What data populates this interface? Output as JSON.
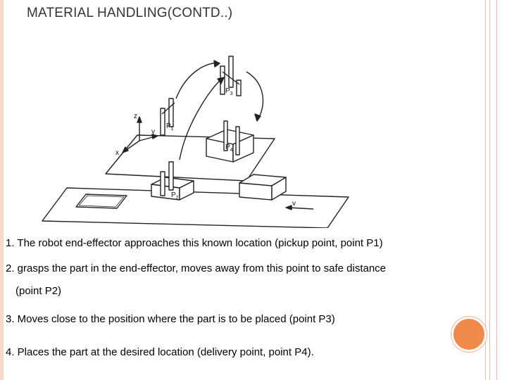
{
  "slide": {
    "title": "MATERIAL HANDLING(CONTD..)",
    "figure": {
      "labels": {
        "p1": "P",
        "p1_sub": "1",
        "p2": "P",
        "p2_sub": "2",
        "p3": "P",
        "p3_sub": "3",
        "p4": "P",
        "p4_sub": "4",
        "axis_z": "z",
        "axis_y": "y",
        "axis_x": "x",
        "conveyor_v": "v"
      }
    },
    "steps": [
      "1. The robot end-effector approaches this known location (pickup point, point P1)",
      "2. grasps the part in the end-effector, moves away from this point to  safe distance",
      "(point P2)",
      "3. Moves close to the position where the part is to be placed (point P3)",
      "4. Places the part at the desired location (delivery point, point P4)."
    ],
    "theme": {
      "accent": "#f08a4b",
      "border": "#f3b8a8"
    }
  }
}
